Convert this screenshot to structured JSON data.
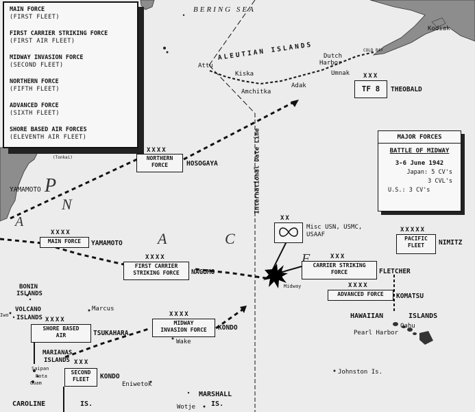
{
  "legend": {
    "items": [
      {
        "name": "MAIN FORCE",
        "sub": "(FIRST FLEET)"
      },
      {
        "name": "FIRST CARRIER STRIKING FORCE",
        "sub": "(FIRST AIR FLEET)"
      },
      {
        "name": "MIDWAY INVASION FORCE",
        "sub": "(SECOND FLEET)"
      },
      {
        "name": "NORTHERN FORCE",
        "sub": "(FIFTH FLEET)"
      },
      {
        "name": "ADVANCED FORCE",
        "sub": "(SIXTH FLEET)"
      },
      {
        "name": "SHORE BASED AIR FORCES",
        "sub": "(ELEVENTH AIR FLEET)"
      }
    ]
  },
  "major_forces": {
    "title": "MAJOR FORCES",
    "subtitle": "BATTLE OF MIDWAY",
    "dates": "3-6 June 1942",
    "japan_label": "Japan:",
    "japan_cv": "5 CV's",
    "japan_cvl": "3 CVL's",
    "us_label": "U.S.:",
    "us_cv": "3 CV's"
  },
  "seas": {
    "bering": "BERING  SEA",
    "pacific_p": "P",
    "pacific_a": "A",
    "pacific_n": "N",
    "pacific_a2": "A",
    "pacific_c": "C",
    "pacific_f": "F"
  },
  "places": {
    "aleutian": "ALEUTIAN  ISLANDS",
    "attu": "Attu",
    "kiska": "Kiska",
    "amchitka": "Amchitka",
    "adak": "Adak",
    "dutch": "Dutch",
    "harbor": "Harbor",
    "umnak": "Umnak",
    "kodiak": "Kodiak",
    "cold_bay": "COLD BAY",
    "bonin": "BONIN",
    "bonin2": "ISLANDS",
    "volcano": "VOLCANO",
    "volcano2": "ISLANDS",
    "iwo": "Iwo",
    "marcus": "Marcus",
    "wake": "Wake",
    "midway": "Midway",
    "marianas": "MARIANAS",
    "marianas2": "ISLANDS",
    "saipan": "Saipan",
    "rota": "Rota",
    "guam": "Guam",
    "eniwetok": "Eniwetok",
    "caroline": "CAROLINE",
    "caroline2": "IS.",
    "marshall": "MARSHALL",
    "marshall2": "IS.",
    "wotje": "Wotje",
    "hawaiian": "HAWAIIAN",
    "hawaiian2": "ISLANDS",
    "oahu": "Oahu",
    "pearl": "Pearl Harbor",
    "johnston": "Johnston Is.",
    "tonkai": "(Tonkai)"
  },
  "date_line": "International Date Line",
  "forces": {
    "northern": {
      "mark": "XXXX",
      "box": [
        "NORTHERN",
        "FORCE"
      ],
      "commander": "HOSOGAYA"
    },
    "main": {
      "mark": "XXXX",
      "box": [
        "MAIN FORCE"
      ],
      "commander": "YAMAMOTO"
    },
    "yamamoto_left": "YAMAMOTO",
    "carrier": {
      "mark": "XXXX",
      "box": [
        "FIRST CARRIER",
        "STRIKING FORCE"
      ],
      "commander": "NAGUMO"
    },
    "invasion": {
      "mark": "XXXX",
      "box": [
        "MIDWAY",
        "INVASION FORCE"
      ],
      "commander": "KONDO"
    },
    "shore": {
      "mark": "XXXX",
      "box": [
        "SHORE BASED",
        "AIR"
      ],
      "commander": "TSUKAHARA"
    },
    "second": {
      "mark": "XXX",
      "box": [
        "SECOND",
        "FLEET"
      ],
      "commander": "KONDO"
    },
    "tf8": {
      "mark": "XXX",
      "box": [
        "TF 8"
      ],
      "commander": "THEOBALD"
    },
    "misc": {
      "mark": "XX",
      "label": [
        "Misc USN, USMC,",
        "USAAF"
      ]
    },
    "us_carrier": {
      "mark": "XXX",
      "box": [
        "CARRIER STRIKING",
        "FORCE"
      ],
      "commander": "FLETCHER"
    },
    "advanced": {
      "mark": "XXXX",
      "box": [
        "ADVANCED FORCE"
      ],
      "commander": "KOMATSU"
    },
    "pacific": {
      "mark": "XXXXX",
      "box": [
        "PACIFIC",
        "FLEET"
      ],
      "commander": "NIMITZ"
    }
  },
  "colors": {
    "ink": "#111111",
    "paper": "#ececec",
    "land": "#8a8a8a"
  }
}
